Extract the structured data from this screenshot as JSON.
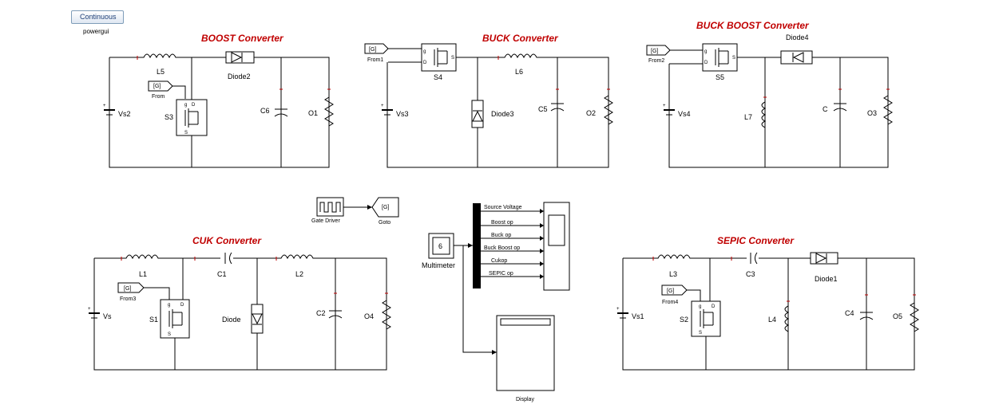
{
  "powergui": {
    "button_label": "Continuous",
    "label": "powergui"
  },
  "boost": {
    "title": "BOOST Converter",
    "inductor": "L5",
    "diode": "Diode2",
    "source": "Vs2",
    "switch": "S3",
    "capacitor": "C6",
    "load": "O1",
    "from_tag": "[G]",
    "from_label": "From"
  },
  "buck": {
    "title": "BUCK Converter",
    "inductor": "L6",
    "diode": "Diode3",
    "source": "Vs3",
    "switch": "S4",
    "capacitor": "C5",
    "load": "O2",
    "from_tag": "[G]",
    "from_label": "From1"
  },
  "buckboost": {
    "title": "BUCK BOOST Converter",
    "inductor": "L7",
    "diode": "Diode4",
    "source": "Vs4",
    "switch": "S5",
    "capacitor": "C",
    "load": "O3",
    "from_tag": "[G]",
    "from_label": "From2"
  },
  "cuk": {
    "title": "CUK Converter",
    "inductor1": "L1",
    "capacitor1": "C1",
    "inductor2": "L2",
    "diode": "Diode",
    "source": "Vs",
    "switch": "S1",
    "capacitor2": "C2",
    "load": "O4",
    "from_tag": "[G]",
    "from_label": "From3"
  },
  "sepic": {
    "title": "SEPIC Converter",
    "inductor1": "L3",
    "capacitor1": "C3",
    "diode": "Diode1",
    "source": "Vs1",
    "switch": "S2",
    "inductor2": "L4",
    "capacitor2": "C4",
    "load": "O5",
    "from_tag": "[G]",
    "from_label": "From4"
  },
  "gate": {
    "driver_label": "Gate Driver",
    "goto_tag": "[G]",
    "goto_label": "Goto"
  },
  "multimeter": {
    "value": "6",
    "label": "Multimeter"
  },
  "signals": [
    "Source Voltage",
    "Boost op",
    "Buck op",
    "Buck Boost op",
    "Cukop",
    "SEPIC op"
  ],
  "display": {
    "label": "Display"
  },
  "switch_ports": {
    "g": "g",
    "d": "D",
    "s": "S"
  }
}
